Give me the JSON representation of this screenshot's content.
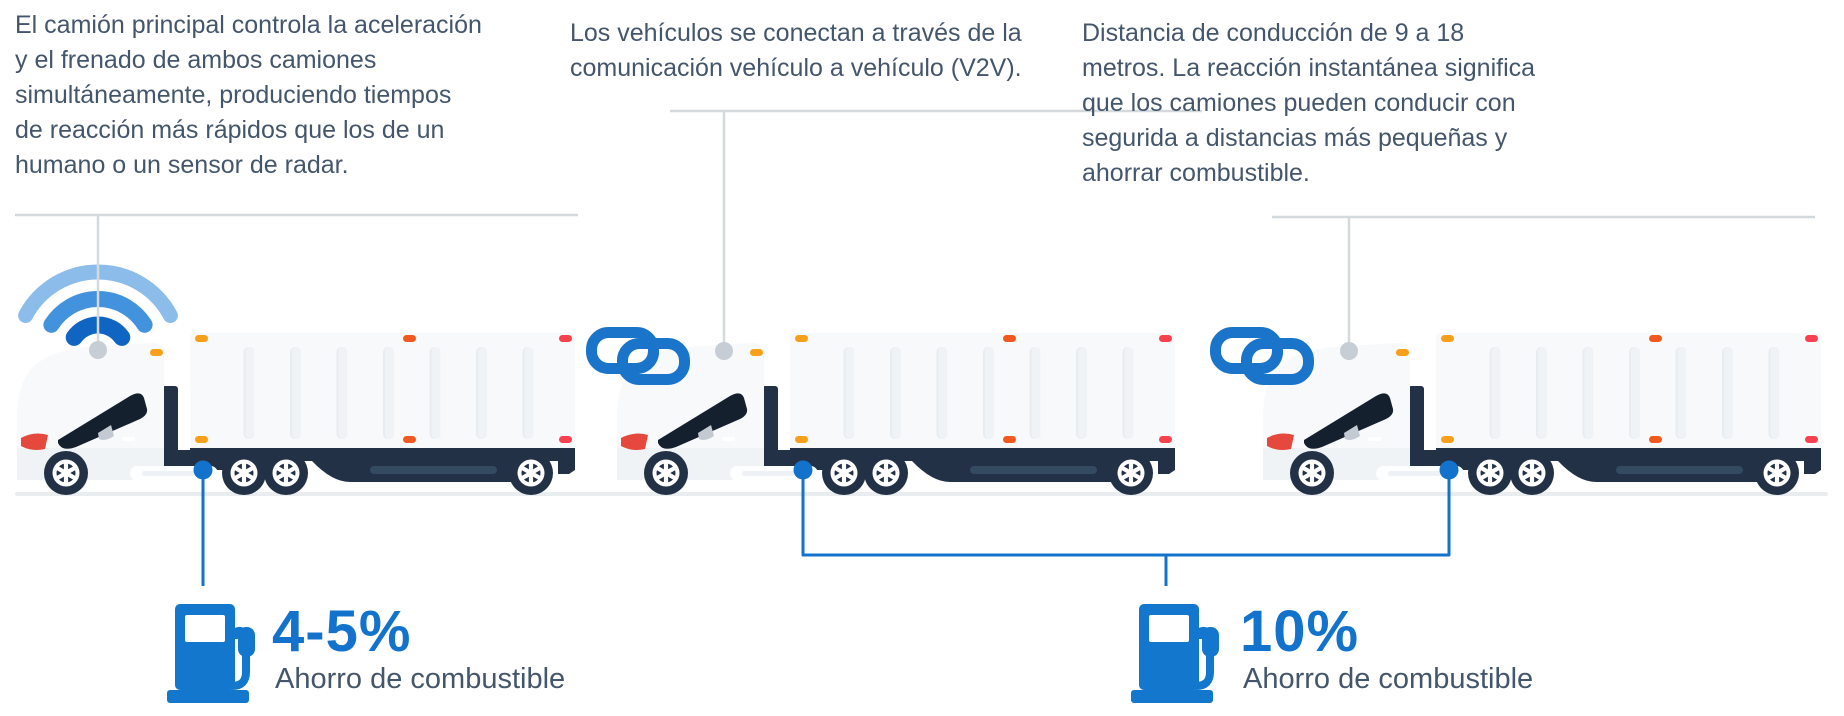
{
  "notes": [
    {
      "id": "lead-truck-note",
      "lines": [
        "El camión principal controla la aceleración",
        "y el frenado de ambos camiones",
        "simultáneamente, produciendo tiempos",
        "de reacción más rápidos que los de un",
        "humano o un sensor de radar."
      ]
    },
    {
      "id": "v2v-note",
      "lines": [
        "Los vehículos se conectan a través de la",
        "comunicación vehículo a vehículo (V2V)."
      ]
    },
    {
      "id": "distance-note",
      "lines": [
        "Distancia de conducción de 9 a 18",
        "metros. La reacción instantánea significa",
        "que los camiones pueden conducir con",
        "segurida a distancias más pequeñas y",
        "ahorrar combustible."
      ]
    }
  ],
  "callouts": [
    {
      "value": "4-5%",
      "label": "Ahorro de combustible"
    },
    {
      "value": "10%",
      "label": "Ahorro de combustible"
    }
  ],
  "icons": {
    "wifi": "wifi-signal-icon",
    "link_1": "chain-link-icon",
    "link_2": "chain-link-icon",
    "fuel_pump": "fuel-pump-icon"
  },
  "colors": {
    "accent_blue": "#1373cc",
    "wifi_outer": "#8cbce9",
    "wifi_middle": "#4292dd",
    "wifi_inner": "#1065c3",
    "text_gray": "#44566b",
    "divider_gray": "#d4d9de",
    "truck_navy": "#223145",
    "marker_orange": "#f9a01b",
    "marker_orange_red": "#f2591f",
    "marker_red": "#f8414e",
    "headlight_red": "#e5493d"
  }
}
